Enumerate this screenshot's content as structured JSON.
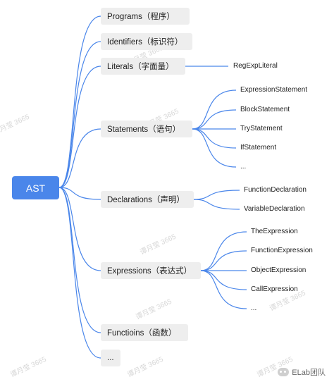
{
  "diagram": {
    "root": "AST",
    "branches": [
      {
        "label": "Programs（程序）",
        "children": []
      },
      {
        "label": "Identifiers（标识符）",
        "children": []
      },
      {
        "label": "Literals（字面量）",
        "children": [
          "RegExpLiteral"
        ]
      },
      {
        "label": "Statements（语句）",
        "children": [
          "ExpressionStatement",
          "BlockStatement",
          "TryStatement",
          "IfStatement",
          "..."
        ]
      },
      {
        "label": "Declarations（声明）",
        "children": [
          "FunctionDeclaration",
          "VariableDeclaration"
        ]
      },
      {
        "label": "Expressions（表达式）",
        "children": [
          "TheExpression",
          "FunctionExpression",
          "ObjectExpression",
          "CallExpression",
          "..."
        ]
      },
      {
        "label": "Functioins（函数）",
        "children": []
      },
      {
        "label": "...",
        "children": []
      }
    ],
    "colors": {
      "root": "#4a86ea",
      "link": "#4a86ea",
      "branch_bg": "#eeeeee"
    }
  },
  "watermark": {
    "text": "谭月莹 3665"
  },
  "brand": {
    "label": "ELab团队",
    "icon": "wechat-icon"
  }
}
